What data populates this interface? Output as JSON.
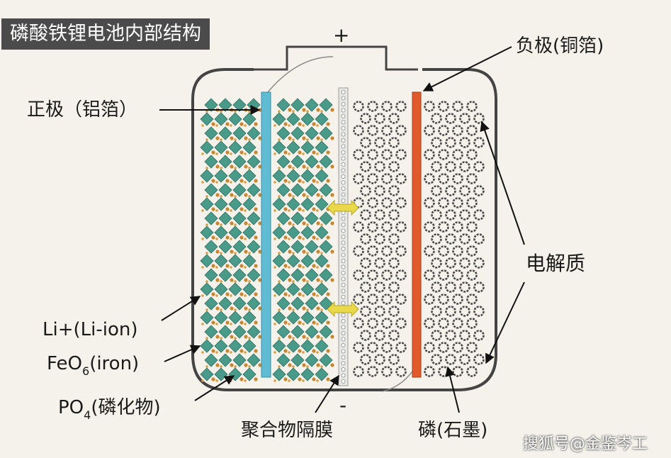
{
  "title": "磷酸铁锂电池内部结构",
  "terminal_plus": "+",
  "terminal_minus": "-",
  "labels": {
    "cathode_foil": "正极（铝箔）",
    "anode_foil": "负极(铜箔)",
    "electrolyte": "电解质",
    "li_ion": "Li+(Li-ion)",
    "feo6_prefix": "FeO",
    "feo6_sub": "6",
    "feo6_suffix": "(iron)",
    "po4_prefix": "PO",
    "po4_sub": "4",
    "po4_suffix": "(磷化物)",
    "separator": "聚合物隔膜",
    "graphite": "磷(石墨)"
  },
  "watermark": "搜狐号@金鉴岑工",
  "colors": {
    "background": "#f4f2ea",
    "title_bg": "#4b4b4b",
    "aluminum_foil": "#5fbcd3",
    "copper_foil": "#e05a2b",
    "octahedron": "#4a9a8a",
    "phosphate": "#c8862e",
    "ion_arrow": "#e8d84a",
    "graphite": "#4a4a4a"
  }
}
